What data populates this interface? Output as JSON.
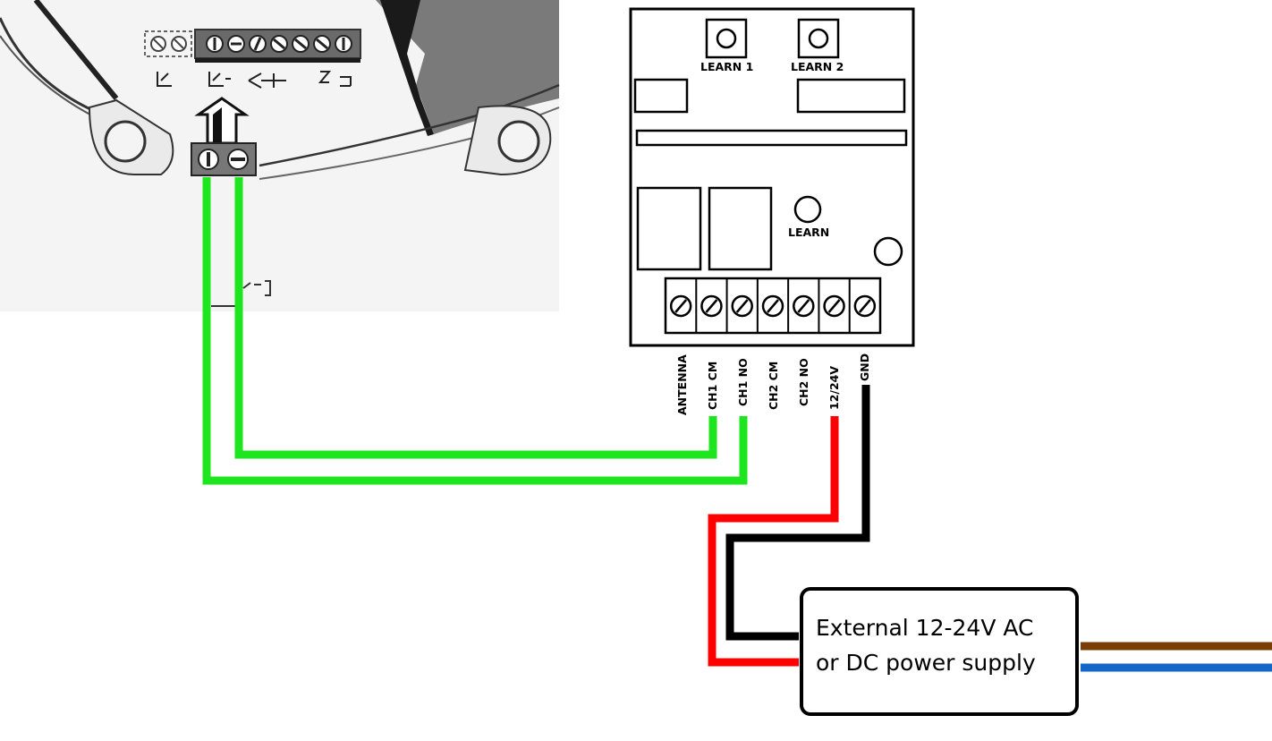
{
  "receiver": {
    "buttons": [
      {
        "label": "LEARN 1"
      },
      {
        "label": "LEARN 2"
      }
    ],
    "learn_label": "LEARN",
    "terminals": [
      "ANTENNA",
      "CH1 CM",
      "CH1 NO",
      "CH2 CM",
      "CH2 NO",
      "12/24V",
      "GND"
    ]
  },
  "power_supply": {
    "line1": "External 12-24V AC",
    "line2": "or DC power supply"
  },
  "colors": {
    "contact_wires": "#1ee61e",
    "positive_wire": "#ff0000",
    "ground_wire": "#000000",
    "mains_live": "#7a3d06",
    "mains_neutral": "#1466c8"
  },
  "icons": [
    "screw-terminal-icon",
    "push-button-icon",
    "led-icon",
    "insert-arrow-icon"
  ]
}
